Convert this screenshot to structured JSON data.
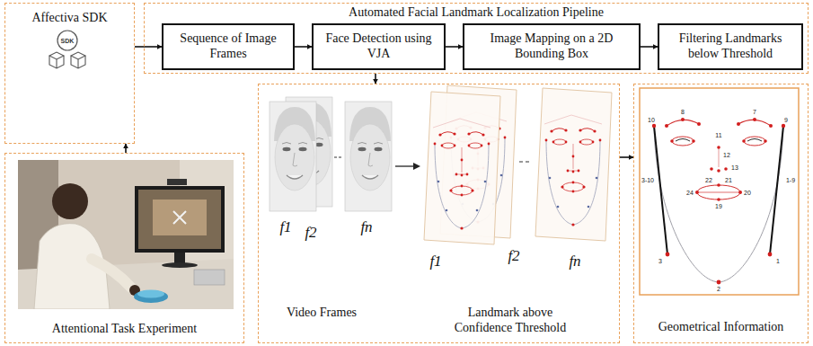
{
  "diagram": {
    "nodes": [
      {
        "text": [
          "Affectiva SDK"
        ]
      },
      {
        "text": [
          "Automated Facial Landmark Localization Pipeline"
        ]
      },
      {
        "text": [
          "Sequence of Image Frames"
        ],
        "in": 1
      },
      {
        "text": [
          "Face Detection using VJA"
        ],
        "in": 1
      },
      {
        "text": [
          "Image Mapping on a 2D Bounding Box"
        ],
        "in": 1
      },
      {
        "text": [
          "Filtering Landmarks below Threshold"
        ],
        "in": 1
      },
      {
        "text": [
          "Attentional Task Experiment"
        ]
      },
      {
        "text": [
          "Video Frames",
          "Landmark above Confidence Threshold"
        ]
      },
      {
        "text": [
          "Geometrical Information"
        ]
      }
    ],
    "edges": [
      {
        "from": 6,
        "to": 0,
        "arrow": "to"
      },
      {
        "from": 0,
        "to": 2,
        "arrow": "to"
      },
      {
        "from": 2,
        "to": 3,
        "arrow": "to"
      },
      {
        "from": 3,
        "to": 4,
        "arrow": "to"
      },
      {
        "from": 4,
        "to": 5,
        "arrow": "to"
      },
      {
        "from": 1,
        "to": 7,
        "arrow": "to"
      },
      {
        "from": 7,
        "to": 8,
        "arrow": "to"
      }
    ],
    "labels": [
      "SDK",
      "f1",
      "f2",
      "fn",
      "f1",
      "f2",
      "fn",
      "10",
      "8",
      "7",
      "9",
      "11",
      "12",
      "13",
      "24",
      "22",
      "21",
      "20",
      "19",
      "3",
      "2",
      "1",
      "3-10",
      "1-9"
    ]
  }
}
